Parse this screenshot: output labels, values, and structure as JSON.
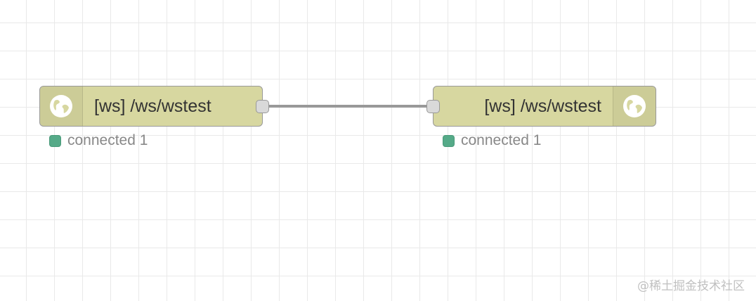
{
  "flow": {
    "nodes": [
      {
        "label": "[ws] /ws/wstest",
        "icon": "globe-icon",
        "status": "connected 1",
        "status_color": "#55aa88"
      },
      {
        "label": "[ws] /ws/wstest",
        "icon": "globe-icon",
        "status": "connected 1",
        "status_color": "#55aa88"
      }
    ],
    "node_color": "#d7d7a0",
    "wire_color": "#999999"
  },
  "watermark": "@稀土掘金技术社区"
}
